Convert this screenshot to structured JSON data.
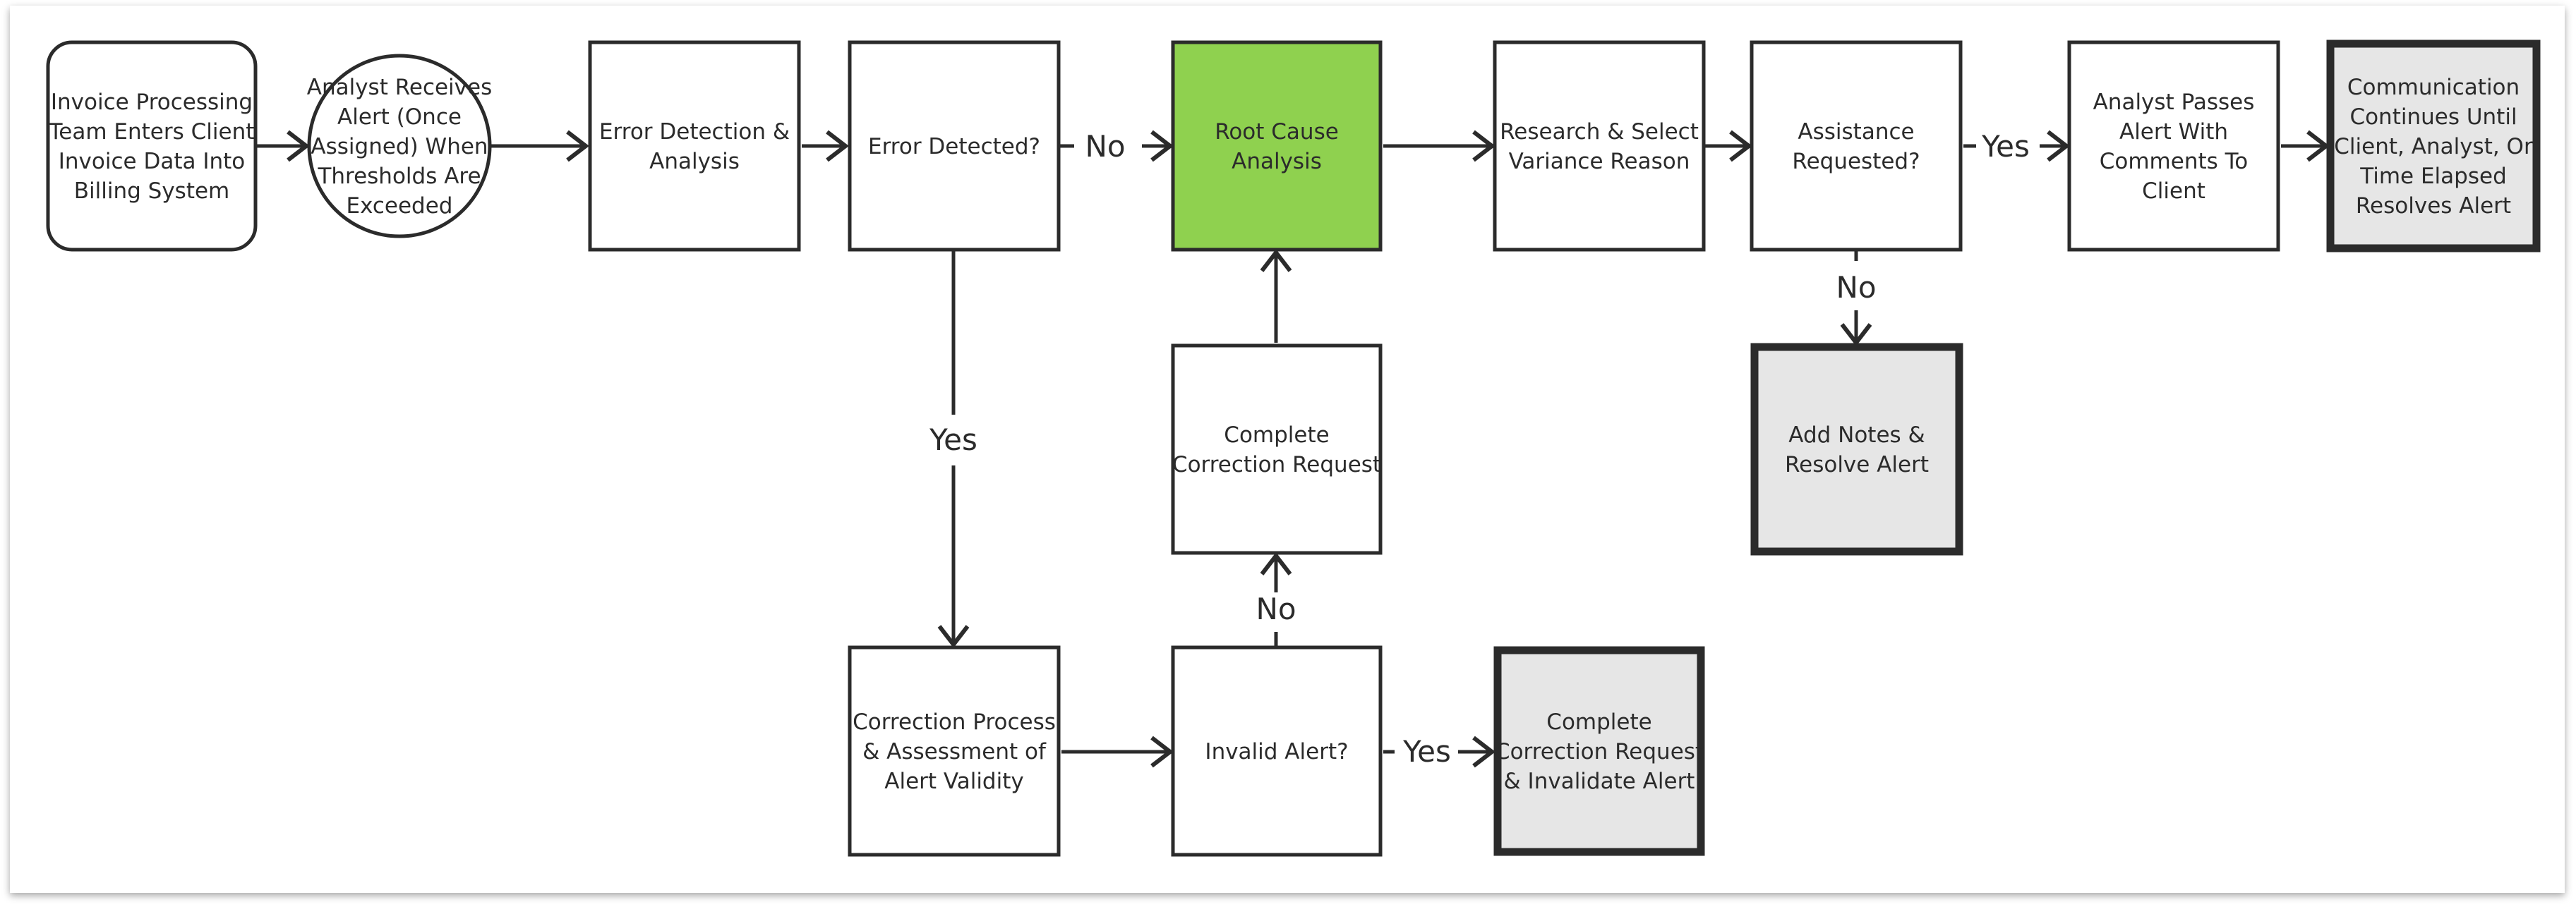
{
  "diagram": {
    "nodes": {
      "start": [
        "Invoice Processing",
        "Team Enters Client",
        "Invoice Data Into",
        "Billing System"
      ],
      "alert": [
        "Analyst Receives",
        "Alert (Once",
        "Assigned) When",
        "Thresholds Are",
        "Exceeded"
      ],
      "detect": [
        "Error Detection &",
        "Analysis"
      ],
      "error_q": [
        "Error Detected?"
      ],
      "root": [
        "Root Cause",
        "Analysis"
      ],
      "research": [
        "Research & Select",
        "Variance Reason"
      ],
      "assist_q": [
        "Assistance",
        "Requested?"
      ],
      "passes": [
        "Analyst Passes",
        "Alert With",
        "Comments To",
        "Client"
      ],
      "comm": [
        "Communication",
        "Continues Until",
        "Client, Analyst, Or",
        "Time Elapsed",
        "Resolves Alert"
      ],
      "addnotes": [
        "Add Notes &",
        "Resolve Alert"
      ],
      "complete": [
        "Complete",
        "Correction Request"
      ],
      "correction": [
        "Correction Process",
        "& Assessment of",
        "Alert Validity"
      ],
      "invalid_q": [
        "Invalid Alert?"
      ],
      "invalidate": [
        "Complete",
        "Correction Request",
        "& Invalidate Alert"
      ]
    },
    "edge_labels": {
      "error_no": "No",
      "error_yes": "Yes",
      "assist_yes": "Yes",
      "assist_no": "No",
      "invalid_no": "No",
      "invalid_yes": "Yes"
    },
    "colors": {
      "highlight": "#8fd14f",
      "terminal": "#e6e6e6",
      "stroke": "#2b2b2b",
      "background": "#ffffff"
    }
  }
}
